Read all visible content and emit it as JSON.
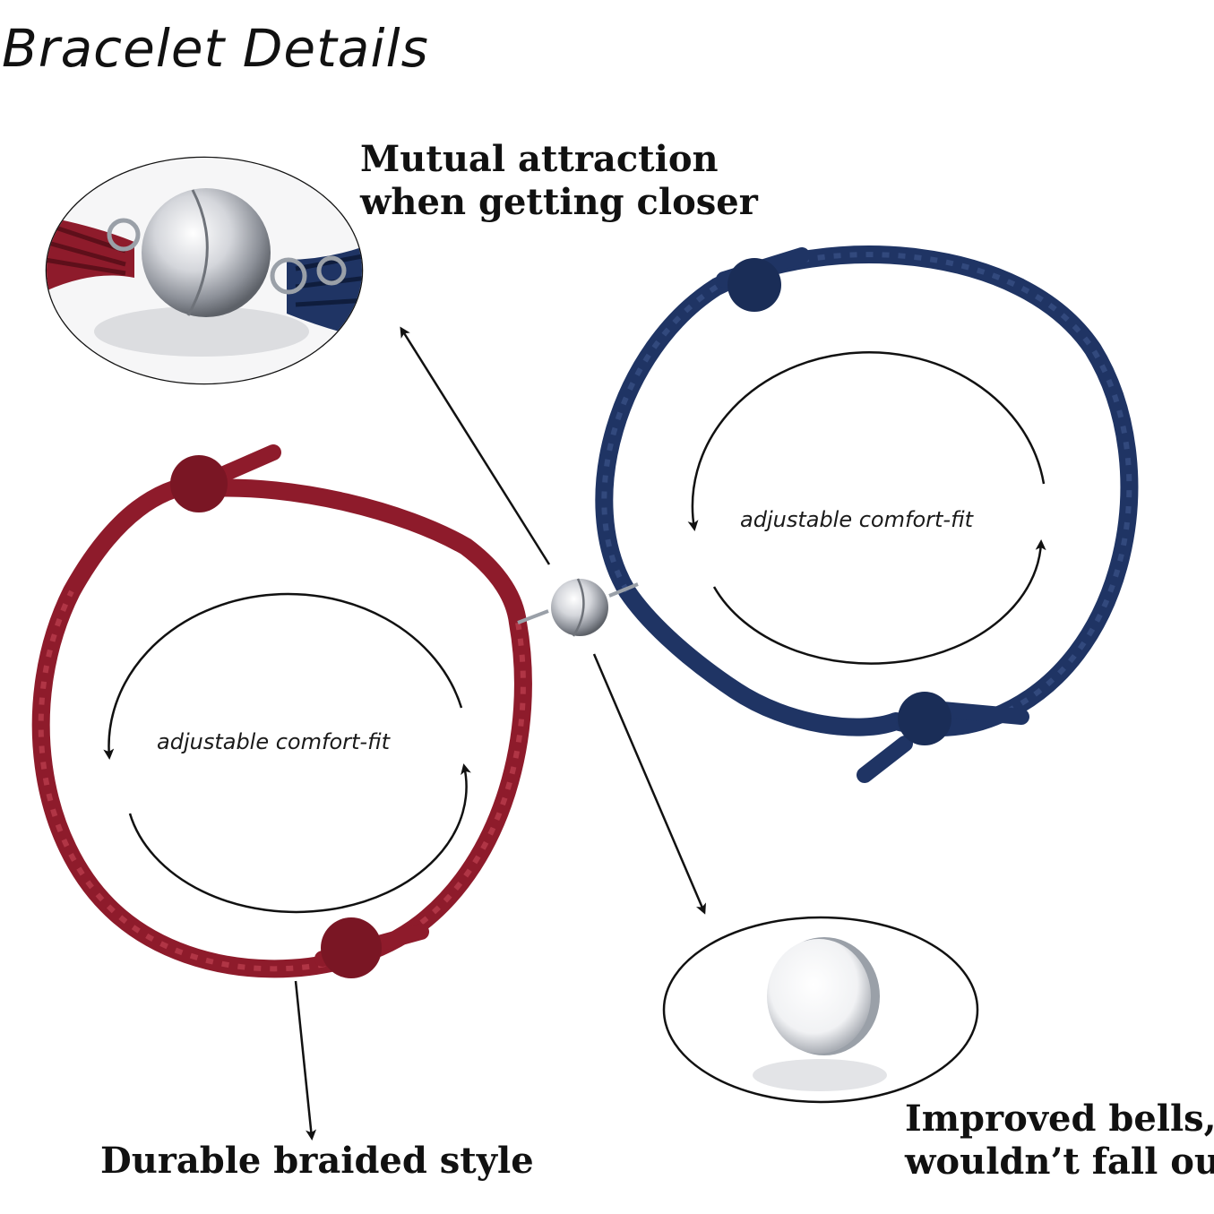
{
  "title": "Bracelet Details",
  "callouts": {
    "mutual": [
      "Mutual attraction",
      "when getting closer"
    ],
    "durable": "Durable braided style",
    "bells": [
      "Improved bells,",
      "wouldn’t fall out"
    ]
  },
  "fit_labels": {
    "left": "adjustable comfort-fit",
    "right": "adjustable comfort-fit"
  },
  "colors": {
    "red_cord": "#8e1b2b",
    "blue_cord": "#1f3464",
    "silver": "#c9ccd2"
  }
}
